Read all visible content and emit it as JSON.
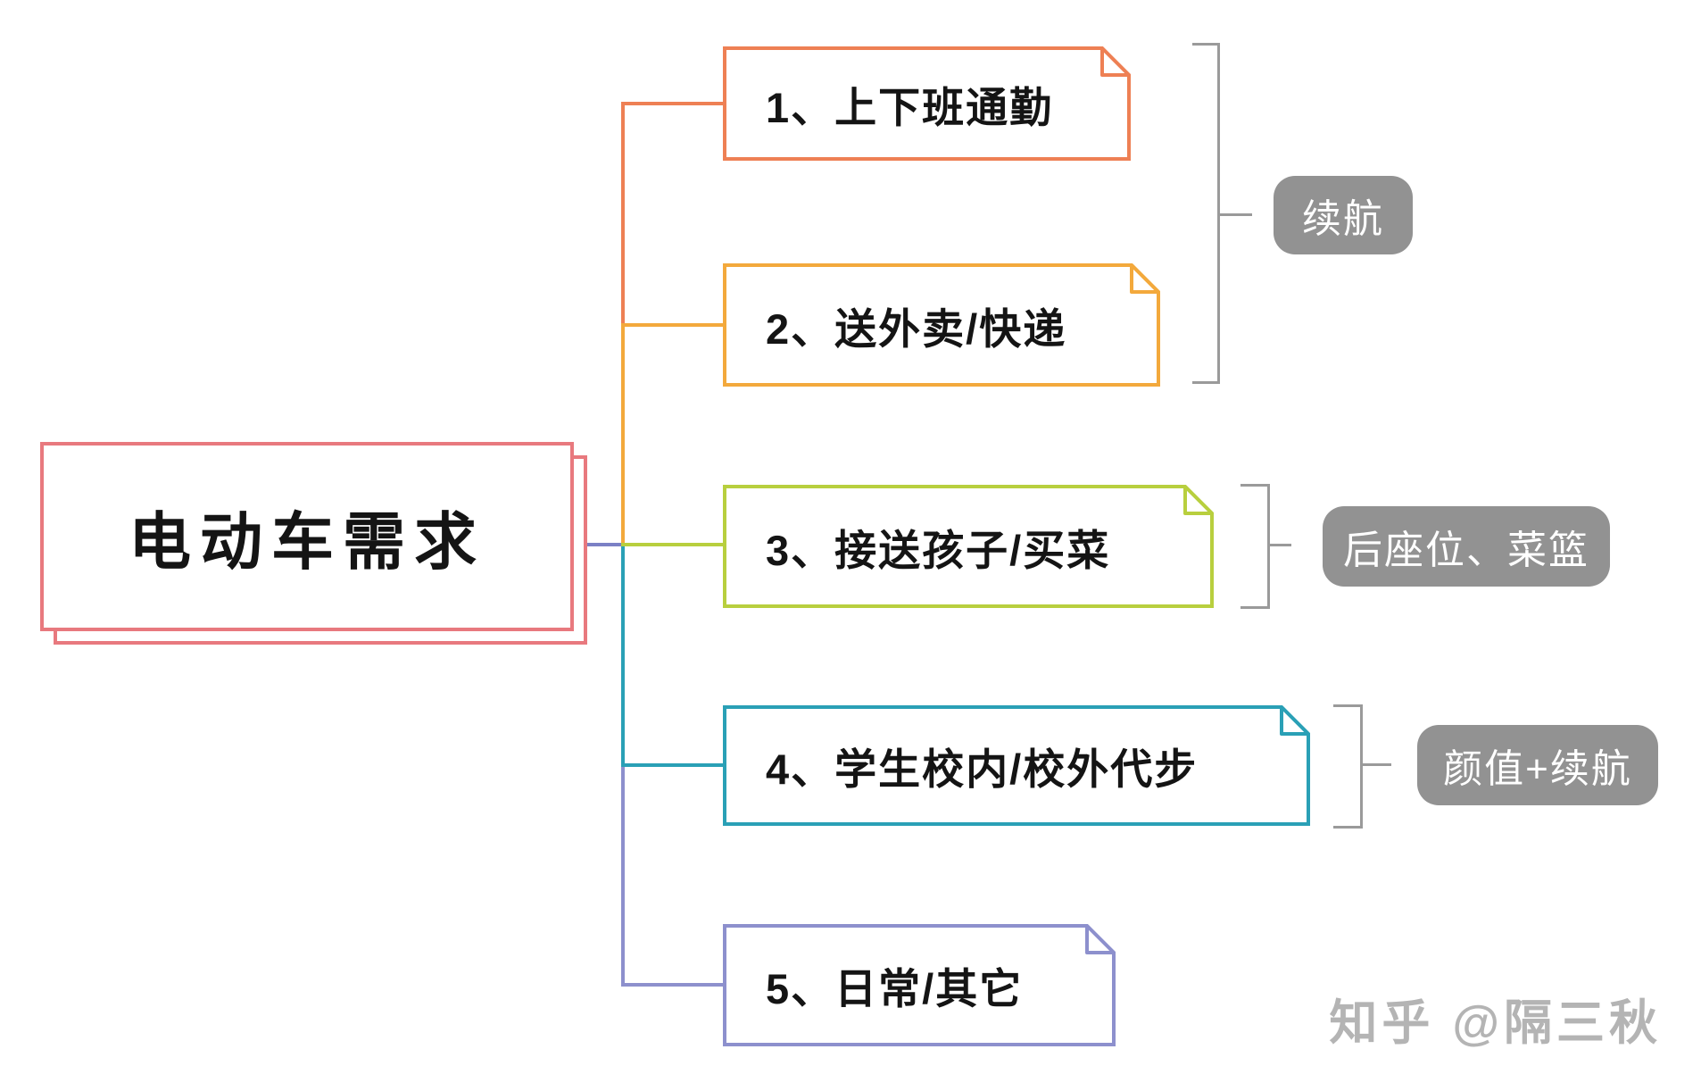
{
  "root": {
    "label": "电动车需求",
    "color": "#e8797e"
  },
  "branches": [
    {
      "label": "1、上下班通勤",
      "color": "#ee8054"
    },
    {
      "label": "2、送外卖/快递",
      "color": "#f3a93c"
    },
    {
      "label": "3、接送孩子/买菜",
      "color": "#b8cf3e"
    },
    {
      "label": "4、学生校内/校外代步",
      "color": "#2aa0b6"
    },
    {
      "label": "5、日常/其它",
      "color": "#8d90cd"
    }
  ],
  "annotations": [
    {
      "label": "续航",
      "group": [
        1,
        2
      ]
    },
    {
      "label": "后座位、菜篮",
      "group": [
        3
      ]
    },
    {
      "label": "颜值+续航",
      "group": [
        4
      ]
    }
  ],
  "connector": {
    "root_link_color": "#7b80c5"
  },
  "colors": {
    "annotation_bg": "#929292",
    "annotation_text": "#ffffff",
    "bracket": "#9a9a9a",
    "node_text": "#141414",
    "watermark": "#b4b4b4",
    "background": "#ffffff"
  },
  "watermark": {
    "text": "知乎 @隔三秋"
  }
}
